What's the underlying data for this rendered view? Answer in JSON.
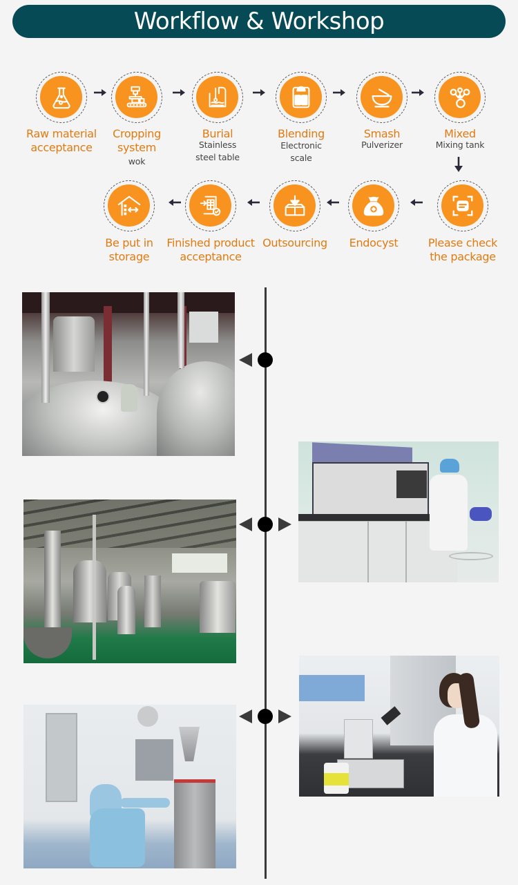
{
  "header": {
    "title": "Workflow & Workshop"
  },
  "colors": {
    "banner": "#064a55",
    "accent": "#f7931e",
    "label": "#e07b12",
    "timeline": "#3a3a3a",
    "background": "#f4f4f4"
  },
  "workflow": {
    "steps": [
      {
        "label": "Raw material acceptance",
        "line1": "Raw material",
        "line2": "acceptance",
        "sub1": "",
        "sub2": "",
        "icon": "flask-icon"
      },
      {
        "label": "Cropping system",
        "line1": "Cropping",
        "line2": "system",
        "sub1": "wok",
        "sub2": "",
        "icon": "conveyor-machine-icon"
      },
      {
        "label": "Burial",
        "line1": "Burial",
        "line2": "",
        "sub1": "Stainless",
        "sub2": "steel table",
        "icon": "tank-stir-icon"
      },
      {
        "label": "Blending",
        "line1": "Blending",
        "line2": "",
        "sub1": "Electronic",
        "sub2": "scale",
        "icon": "scale-icon"
      },
      {
        "label": "Smash",
        "line1": "Smash",
        "line2": "",
        "sub1": "Pulverizer",
        "sub2": "",
        "icon": "mortar-pestle-icon"
      },
      {
        "label": "Mixed",
        "line1": "Mixed",
        "line2": "",
        "sub1": "Mixing tank",
        "sub2": "",
        "icon": "molecule-icon"
      },
      {
        "label": "Please check the package",
        "line1": "Please check",
        "line2": "the package",
        "sub1": "",
        "sub2": "",
        "icon": "scan-frame-icon"
      },
      {
        "label": "Endocyst",
        "line1": "Endocyst",
        "line2": "",
        "sub1": "",
        "sub2": "",
        "icon": "money-bag-icon"
      },
      {
        "label": "Outsourcing",
        "line1": "Outsourcing",
        "line2": "",
        "sub1": "",
        "sub2": "",
        "icon": "box-down-icon"
      },
      {
        "label": "Finished product acceptance",
        "line1": "Finished product",
        "line2": "acceptance",
        "sub1": "",
        "sub2": "",
        "icon": "checklist-icon"
      },
      {
        "label": "Be put in storage",
        "line1": "Be put in",
        "line2": "storage",
        "sub1": "",
        "sub2": "",
        "icon": "warehouse-icon"
      }
    ]
  },
  "gallery": {
    "photos": [
      {
        "alt": "Stainless steel extraction tanks",
        "side": "left"
      },
      {
        "alt": "Laboratory analyzer with technician",
        "side": "right"
      },
      {
        "alt": "Evaporation and concentration workshop",
        "side": "left"
      },
      {
        "alt": "Packaging machine in clean room",
        "side": "left"
      },
      {
        "alt": "Lab technician with microscope",
        "side": "right"
      }
    ]
  }
}
